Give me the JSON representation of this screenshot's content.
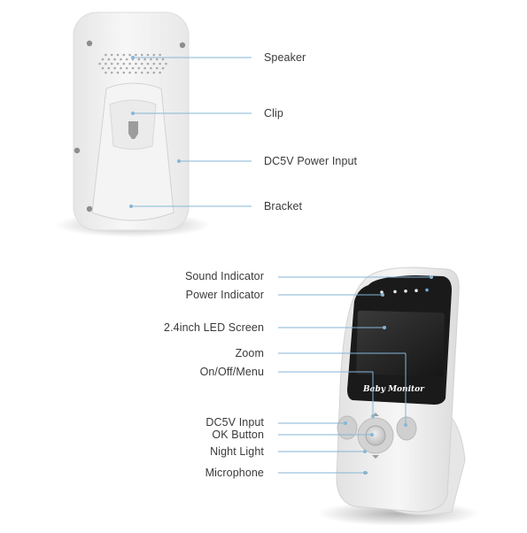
{
  "top_view": {
    "labels": {
      "speaker": "Speaker",
      "clip": "Clip",
      "power_input": "DC5V Power Input",
      "bracket": "Bracket"
    }
  },
  "front_view": {
    "labels": {
      "sound_indicator": "Sound Indicator",
      "power_indicator": "Power Indicator",
      "screen": "2.4inch LED Screen",
      "zoom": "Zoom",
      "on_off_menu": "On/Off/Menu",
      "dc_input": "DC5V Input",
      "ok_button": "OK Button",
      "night_light": "Night Light",
      "microphone": "Microphone"
    },
    "brand_text": "Baby Monitor"
  },
  "colors": {
    "leader_line": "#86b6d6",
    "device_body": "#f3f3f3",
    "screen": "#222222",
    "buttons": "#c9c9c9"
  }
}
